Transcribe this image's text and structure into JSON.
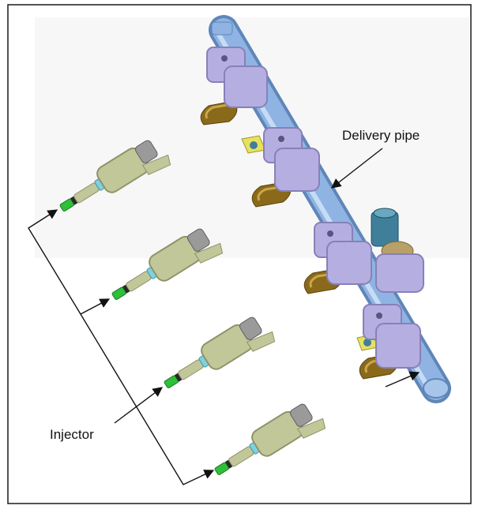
{
  "labels": {
    "delivery_pipe": "Delivery pipe",
    "injector": "Injector"
  },
  "colors": {
    "frame": "#1a1a1a",
    "pipe": "#8fb4e3",
    "pipe_shadow": "#5f86b8",
    "mount": "#b5aee0",
    "mount_shadow": "#8880b8",
    "bracket": "#8a6a1a",
    "bracket_light": "#c9a64a",
    "injector_body": "#c2c79a",
    "injector_shadow": "#8f936a",
    "injector_cap": "#9a9a9a",
    "seal_blue": "#7fd0e0",
    "seal_green": "#2fbf3a",
    "seal_dark": "#2a2a2a",
    "sensor": "#3f7f9a",
    "clip_yellow": "#e8e060"
  },
  "icons": {
    "arrow": "arrowhead"
  }
}
